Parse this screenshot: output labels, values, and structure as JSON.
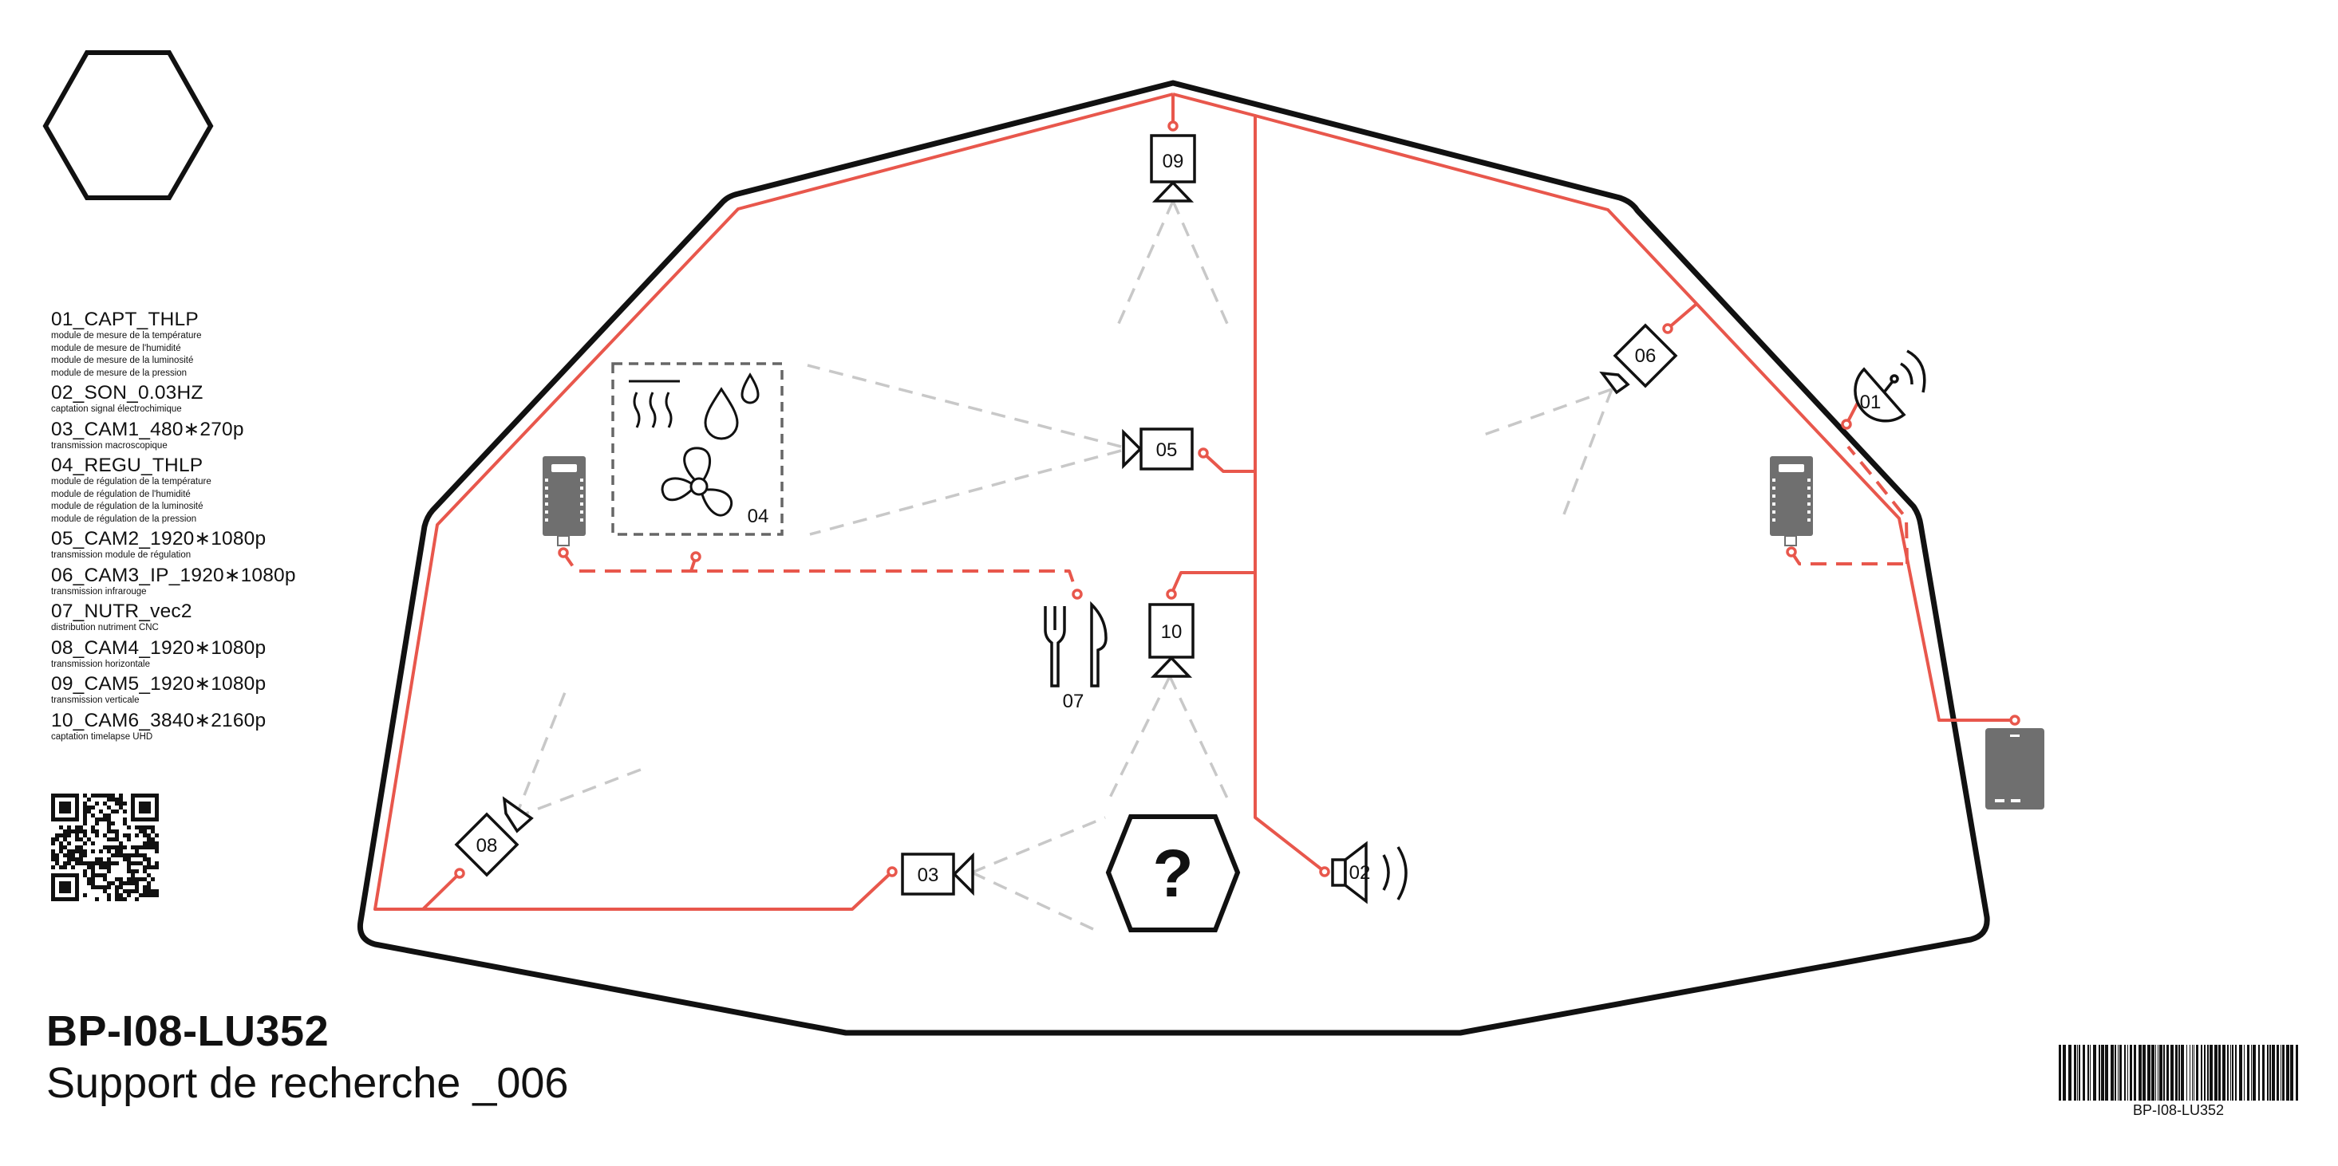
{
  "legend": [
    {
      "code": "01_CAPT_THLP",
      "details": [
        "module de mesure de la température",
        "module de mesure de l'humidité",
        "module de mesure de la luminosité",
        "module de mesure de la pression"
      ]
    },
    {
      "code": "02_SON_0.03HZ",
      "details": [
        "captation signal électrochimique"
      ]
    },
    {
      "code": "03_CAM1_480∗270p",
      "details": [
        "transmission macroscopique"
      ]
    },
    {
      "code": "04_REGU_THLP",
      "details": [
        "module de régulation de la température",
        "module de régulation de l'humidité",
        "module de régulation de la luminosité",
        "module de régulation de la pression"
      ]
    },
    {
      "code": "05_CAM2_1920∗1080p",
      "details": [
        "transmission module de régulation"
      ]
    },
    {
      "code": "06_CAM3_IP_1920∗1080p",
      "details": [
        "transmission infrarouge"
      ]
    },
    {
      "code": "07_NUTR_vec2",
      "details": [
        "distribution nutriment CNC"
      ]
    },
    {
      "code": "08_CAM4_1920∗1080p",
      "details": [
        "transmission horizontale"
      ]
    },
    {
      "code": "09_CAM5_1920∗1080p",
      "details": [
        "transmission verticale"
      ]
    },
    {
      "code": "10_CAM6_3840∗2160p",
      "details": [
        "captation timelapse UHD"
      ]
    }
  ],
  "nodes": {
    "n01": "01",
    "n02": "02",
    "n03": "03",
    "n04": "04",
    "n05": "05",
    "n06": "06",
    "n07": "07",
    "n08": "08",
    "n09": "09",
    "n10": "10",
    "unknown": "?"
  },
  "footer": {
    "title": "BP-I08-LU352",
    "subtitle": "Support de recherche _006",
    "barcode_label": "BP-I08-LU352"
  },
  "colors": {
    "wire": "#e8574c",
    "outline": "#111111",
    "field_of_view": "#c8c8c8",
    "module_fill": "#6f6f6f"
  },
  "icons": {
    "logo": "hexagon-icon",
    "qr": "qr-code-icon",
    "barcode": "barcode-icon",
    "heat": "heat-waves-icon",
    "humidity": "water-drops-icon",
    "ventilation": "fan-icon",
    "nutrition": "fork-knife-icon",
    "speaker": "speaker-icon",
    "sensor": "satellite-dish-icon",
    "controller": "circuit-board-icon",
    "tablet": "tablet-icon",
    "unknown": "question-hexagon-icon"
  }
}
